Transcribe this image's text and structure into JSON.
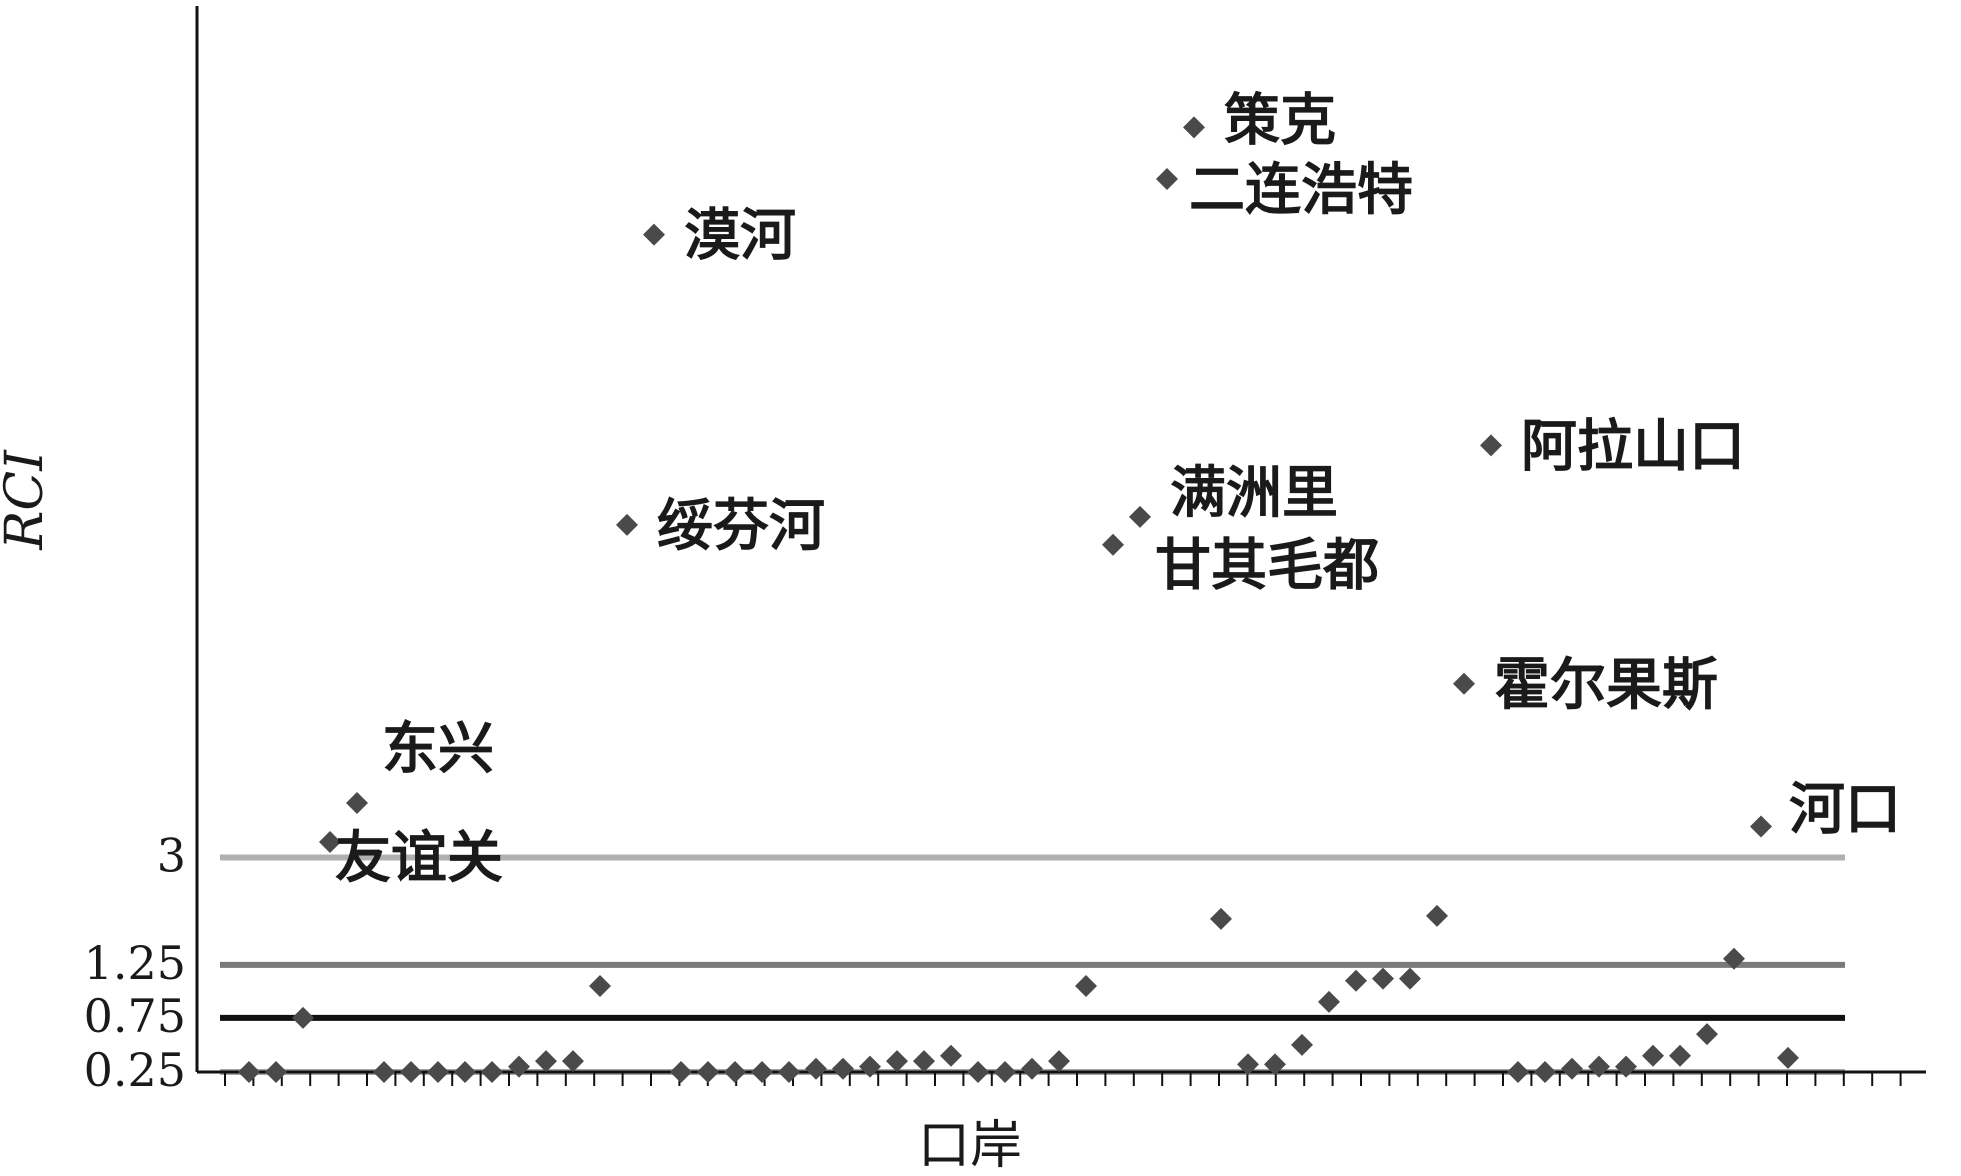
{
  "chart_data": {
    "type": "scatter",
    "xlabel": "口岸",
    "ylabel": "RCI",
    "y_ticks": [
      {
        "label": "0.25",
        "value": 0.25
      },
      {
        "label": "0.75",
        "value": 0.75
      },
      {
        "label": "1.25",
        "value": 1.25
      },
      {
        "label": "3",
        "value": 3
      }
    ],
    "reference_lines": [
      {
        "value": 0.25,
        "color": "#a6a6a6"
      },
      {
        "value": 0.75,
        "color": "#111111"
      },
      {
        "value": 1.25,
        "color": "#7a7a7a"
      },
      {
        "value": 3,
        "color": "#b0b0b0"
      }
    ],
    "y_scale": "piecewise",
    "y_breaks": [
      [
        0,
        0
      ],
      [
        0.25,
        0
      ],
      [
        0.75,
        0.0519
      ],
      [
        1.25,
        0.1026
      ],
      [
        3,
        0.2054
      ],
      [
        3.3,
        0.25
      ],
      [
        23,
        1.0
      ]
    ],
    "point_color": "#4a4a4a",
    "x_min": 0,
    "x_max": 60,
    "points": [
      {
        "x": 1,
        "y": 0.25
      },
      {
        "x": 2,
        "y": 0.25
      },
      {
        "x": 3,
        "y": 0.75
      },
      {
        "x": 4,
        "y": 3.1,
        "label": "友谊关"
      },
      {
        "x": 5,
        "y": 3.5,
        "label": "东兴"
      },
      {
        "x": 6,
        "y": 0.25
      },
      {
        "x": 7,
        "y": 0.25
      },
      {
        "x": 8,
        "y": 0.25
      },
      {
        "x": 9,
        "y": 0.25
      },
      {
        "x": 10,
        "y": 0.25
      },
      {
        "x": 11,
        "y": 0.3
      },
      {
        "x": 12,
        "y": 0.35
      },
      {
        "x": 13,
        "y": 0.35
      },
      {
        "x": 14,
        "y": 1.05
      },
      {
        "x": 15,
        "y": 10.5,
        "label": "绥芬河"
      },
      {
        "x": 16,
        "y": 17.8,
        "label": "漠河"
      },
      {
        "x": 17,
        "y": 0.25
      },
      {
        "x": 18,
        "y": 0.25
      },
      {
        "x": 19,
        "y": 0.25
      },
      {
        "x": 20,
        "y": 0.25
      },
      {
        "x": 21,
        "y": 0.25
      },
      {
        "x": 22,
        "y": 0.28
      },
      {
        "x": 23,
        "y": 0.28
      },
      {
        "x": 24,
        "y": 0.3
      },
      {
        "x": 25,
        "y": 0.35
      },
      {
        "x": 26,
        "y": 0.35
      },
      {
        "x": 27,
        "y": 0.4
      },
      {
        "x": 28,
        "y": 0.25
      },
      {
        "x": 29,
        "y": 0.25
      },
      {
        "x": 30,
        "y": 0.28
      },
      {
        "x": 31,
        "y": 0.35
      },
      {
        "x": 32,
        "y": 1.05
      },
      {
        "x": 33,
        "y": 10.0,
        "label": "甘其毛都"
      },
      {
        "x": 34,
        "y": 10.7,
        "label": "满洲里"
      },
      {
        "x": 35,
        "y": 19.2,
        "label": "二连浩特"
      },
      {
        "x": 36,
        "y": 20.5,
        "label": "策克"
      },
      {
        "x": 37,
        "y": 2.0
      },
      {
        "x": 38,
        "y": 0.32
      },
      {
        "x": 39,
        "y": 0.32
      },
      {
        "x": 40,
        "y": 0.5
      },
      {
        "x": 41,
        "y": 0.9
      },
      {
        "x": 42,
        "y": 1.1
      },
      {
        "x": 43,
        "y": 1.12
      },
      {
        "x": 44,
        "y": 1.12
      },
      {
        "x": 45,
        "y": 2.05
      },
      {
        "x": 46,
        "y": 6.5,
        "label": "霍尔果斯"
      },
      {
        "x": 47,
        "y": 12.5,
        "label": "阿拉山口"
      },
      {
        "x": 48,
        "y": 0.25
      },
      {
        "x": 49,
        "y": 0.25
      },
      {
        "x": 50,
        "y": 0.28
      },
      {
        "x": 51,
        "y": 0.3
      },
      {
        "x": 52,
        "y": 0.3
      },
      {
        "x": 53,
        "y": 0.4
      },
      {
        "x": 54,
        "y": 0.4
      },
      {
        "x": 55,
        "y": 0.6
      },
      {
        "x": 56,
        "y": 1.35
      },
      {
        "x": 57,
        "y": 3.2,
        "label": "河口"
      },
      {
        "x": 58,
        "y": 0.38
      }
    ]
  }
}
